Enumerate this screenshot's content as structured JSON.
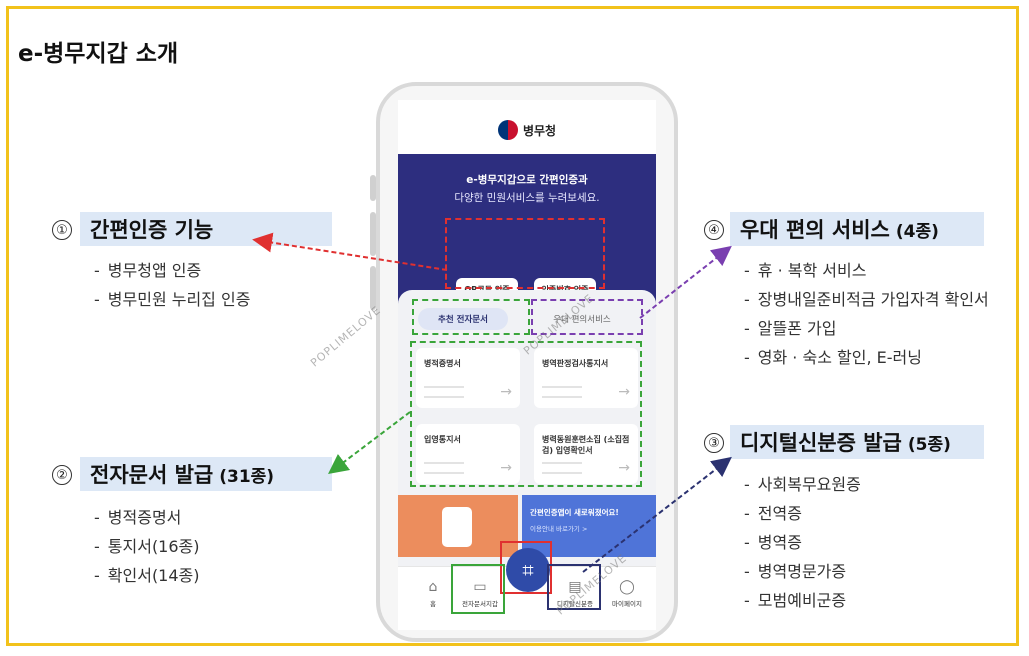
{
  "page_title": "e-병무지갑 소개",
  "sections": [
    {
      "num": "①",
      "title": "간편인증 기능",
      "count": "",
      "items": [
        "병무청앱 인증",
        "병무민원 누리집 인증"
      ]
    },
    {
      "num": "②",
      "title": "전자문서 발급",
      "count": "(31종)",
      "items": [
        "병적증명서",
        "통지서(16종)",
        "확인서(14종)"
      ]
    },
    {
      "num": "④",
      "title": "우대 편의 서비스",
      "count": "(4종)",
      "items": [
        "휴 · 복학 서비스",
        "장병내일준비적금 가입자격 확인서",
        "알뜰폰 가입",
        "영화 · 숙소 할인, E-러닝"
      ]
    },
    {
      "num": "③",
      "title": "디지털신분증 발급",
      "count": "(5종)",
      "items": [
        "사회복무요원증",
        "전역증",
        "병역증",
        "병역명문가증",
        "모범예비군증"
      ]
    }
  ],
  "phone": {
    "logo": "병무청",
    "banner_line1": "e-병무지갑으로 간편인증과",
    "banner_line2": "다양한 민원서비스를 누려보세요.",
    "qr_button": "QR코드 인증",
    "pin_button": "인증번호 인증",
    "tab_docs": "추천 전자문서",
    "tab_service": "우대 편의서비스",
    "cards": [
      "병적증명서",
      "병역판정검사통지서",
      "입영통지서",
      "병력동원훈련소집 (소집점검) 입영확인서"
    ],
    "promo_title": "간편인증앱이 새로워졌어요!",
    "promo_sub": "이용안내 바로가기 >",
    "nav": [
      "홈",
      "전자문서지갑",
      "디지털신분증",
      "마이페이지"
    ]
  },
  "watermark": "POPLIMELOVE",
  "colors": {
    "red": "#e03030",
    "green": "#3aa53a",
    "purple": "#7a3fb0",
    "navy": "#2b3270",
    "frame": "#f2c21b",
    "label_bg": "#dde8f6"
  }
}
